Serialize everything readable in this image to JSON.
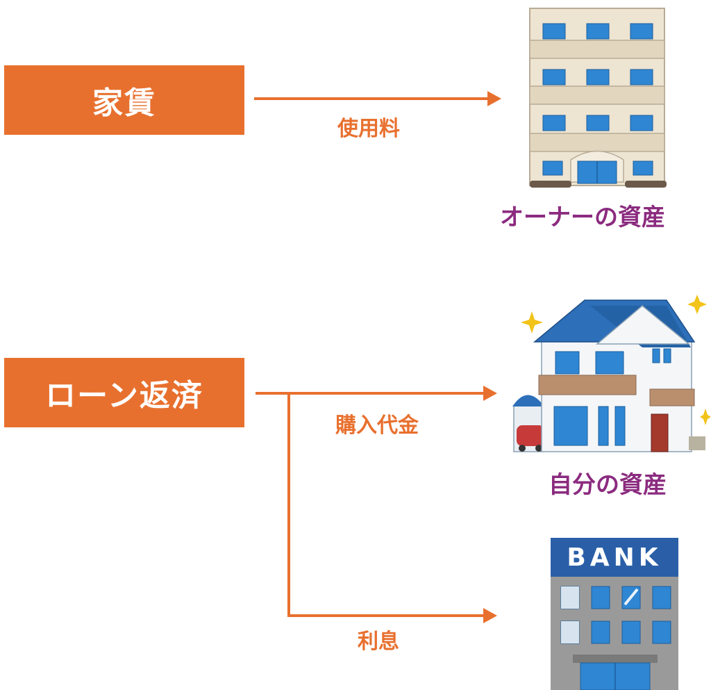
{
  "boxes": {
    "rent": "家賃",
    "loan": "ローン返済"
  },
  "edges": {
    "usage": "使用料",
    "purchase": "購入代金",
    "interest": "利息"
  },
  "captions": {
    "owner_asset": "オーナーの資産",
    "own_asset": "自分の資産"
  },
  "bank_sign": "BANK",
  "colors": {
    "box_fill": "#e8702e",
    "arrow": "#e8702e",
    "caption_text": "#8b2b7f",
    "building_beige": "#ede4d2",
    "window_blue": "#2f86d2",
    "roof_blue": "#2d6fb8",
    "bank_sign_blue": "#2a5fa8",
    "bank_body_gray": "#9a9a9a"
  },
  "icons": [
    "apartment-building-icon",
    "house-icon",
    "bank-building-icon",
    "sparkle-icon"
  ]
}
